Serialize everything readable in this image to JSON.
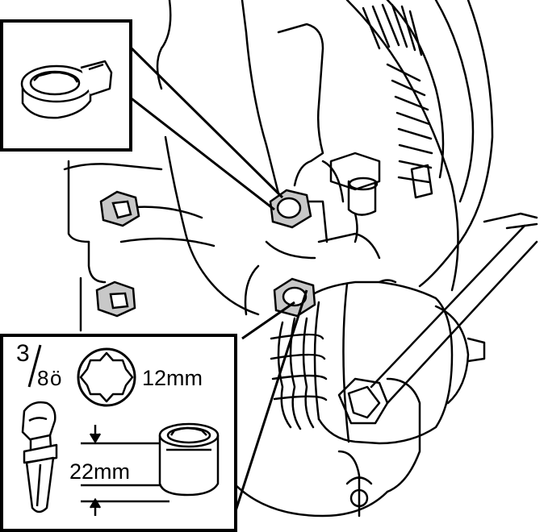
{
  "colors": {
    "ink": "#000000",
    "paper": "#ffffff",
    "shade": "#c8c8c8"
  },
  "callouts": {
    "drive_fraction_numerator": "3",
    "drive_fraction_denominator": "8",
    "drive_suffix": "ö",
    "socket_size": "12mm",
    "socket_depth": "22mm"
  },
  "icons": {
    "top_inset": "ring-spanner-icon",
    "socket_face": "twelve-point-socket-icon",
    "ratchet": "ratchet-handle-icon",
    "socket_side": "deep-socket-icon"
  }
}
